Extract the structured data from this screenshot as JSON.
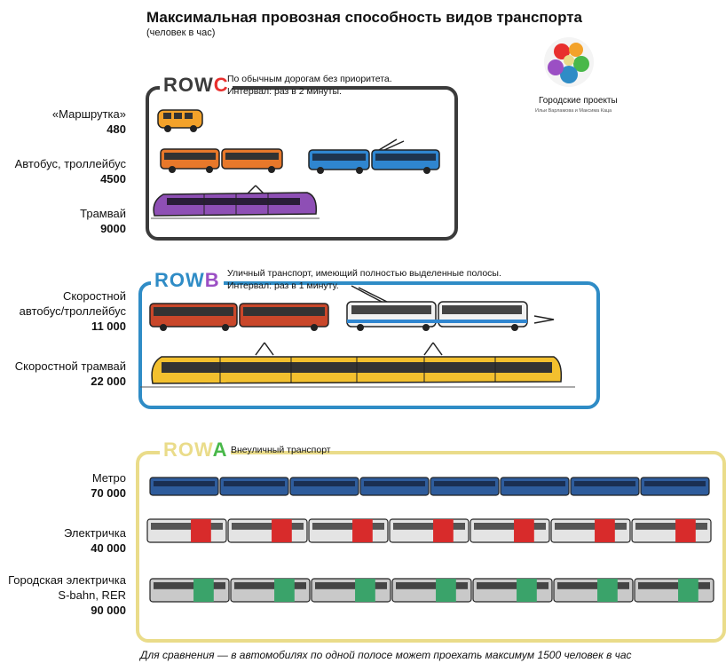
{
  "header": {
    "title": "Максимальная провозная способность видов транспорта",
    "subtitle": "(человек в час)"
  },
  "logo": {
    "name": "Городские проекты",
    "authors": "Ильи Варламова и Максима Каца"
  },
  "sections": {
    "row_c": {
      "tag_prefix": "ROW",
      "tag_letter": "C",
      "color": "#3b3b3b",
      "letter_color": "#e8302e",
      "note_line1": "По обычным дорогам без приоритета.",
      "note_line2": "Интервал: раз в 2 минуты.",
      "items": [
        {
          "label": "«Маршрутка»",
          "value": "480"
        },
        {
          "label": "Автобус, троллейбус",
          "value": "4500"
        },
        {
          "label": "Трамвай",
          "value": "9000"
        }
      ]
    },
    "row_b": {
      "tag_prefix": "ROW",
      "tag_letter": "B",
      "color": "#2f8cc6",
      "letter_color": "#9b4fc4",
      "note_line1": "Уличный транспорт, имеющий полностью выделенные полосы.",
      "note_line2": "Интервал: раз в 1 минуту.",
      "items": [
        {
          "label_line1": "Скоростной",
          "label_line2": "автобус/троллейбус",
          "value": "11 000"
        },
        {
          "label": "Скоростной трамвай",
          "value": "22 000"
        }
      ]
    },
    "row_a": {
      "tag_prefix": "ROW",
      "tag_letter": "A",
      "color": "#eadc8a",
      "letter_color": "#49b84a",
      "note": "Внеуличный транспорт",
      "items": [
        {
          "label": "Метро",
          "value": "70 000"
        },
        {
          "label": "Электричка",
          "value": "40 000"
        },
        {
          "label_line1": "Городская электричка",
          "label_line2": "S-bahn, RER",
          "value": "90 000"
        }
      ]
    }
  },
  "colors": {
    "minibus": "#f3a22a",
    "bus_orange": "#e8782a",
    "trolleybus_blue": "#2f86d0",
    "tram_purple": "#8e4fb5",
    "brt_red": "#c9472a",
    "brt_white": "#f1f1f1",
    "light_rail_yellow": "#f3c02e",
    "metro_blue": "#2e5c9c",
    "commuter_red": "#d82b2b",
    "sbahn_gray": "#c9c9c9"
  },
  "icons": [
    "minibus-icon",
    "bus-icon",
    "trolleybus-icon",
    "tram-icon",
    "metro-train-icon",
    "commuter-train-icon",
    "sbahn-train-icon",
    "logo-icon"
  ],
  "footer": {
    "text": "Для сравнения — в автомобилях по одной полосе может проехать максимум 1500 человек в час"
  }
}
